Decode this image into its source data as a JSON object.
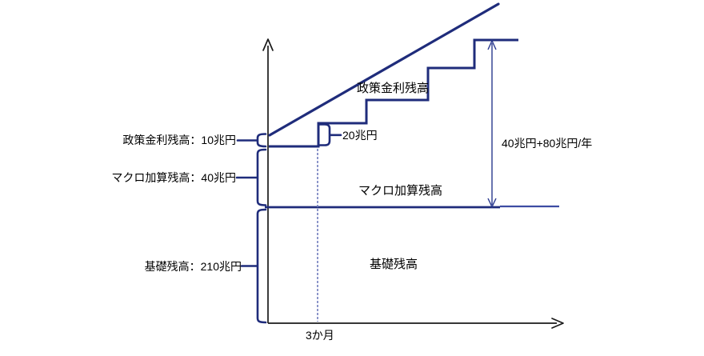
{
  "colors": {
    "navy": "#1F2C7B",
    "navy_light": "#3D4CA3",
    "arrow_navy": "#2B3A8F",
    "black": "#1A1A1A",
    "dashed_blue": "#6674B8",
    "text": "#000000",
    "background": "#FFFFFF"
  },
  "tiers": [
    {
      "bracket_label": "政策金利残高：10兆円",
      "area_label": "政策金利残高"
    },
    {
      "bracket_label": "マクロ加算残高：40兆円",
      "area_label": "マクロ加算残高"
    },
    {
      "bracket_label": "基礎残高：210兆円",
      "area_label": "基礎残高"
    }
  ],
  "annotations": {
    "step_amount": "20兆円",
    "growth_total": "40兆円+80兆円/年",
    "x_period": "3か月"
  }
}
